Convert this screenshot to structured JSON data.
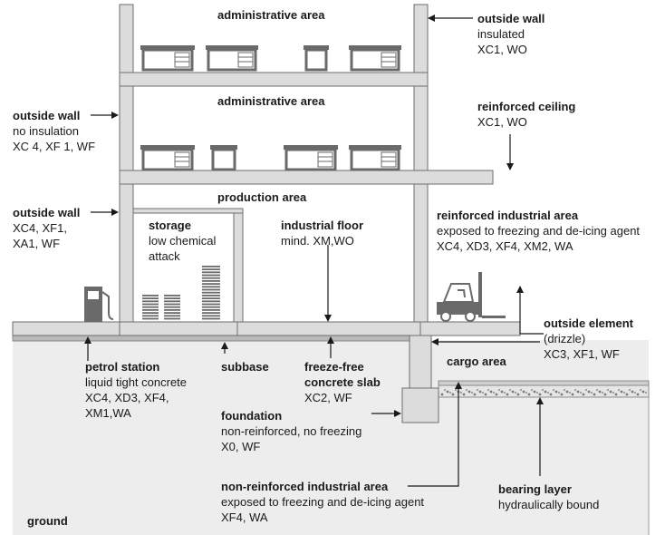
{
  "areas": {
    "admin_top": "administrative area",
    "admin_mid": "administrative area",
    "production": "production area",
    "cargo": "cargo area",
    "ground": "ground",
    "subbase": "subbase"
  },
  "labels": {
    "outside_wall_insulated": {
      "title": "outside wall",
      "lines": [
        "insulated",
        "XC1, WO"
      ]
    },
    "outside_wall_no_insulation": {
      "title": "outside wall",
      "lines": [
        "no insulation",
        "XC 4, XF 1, WF"
      ]
    },
    "reinforced_ceiling": {
      "title": "reinforced ceiling",
      "lines": [
        "XC1, WO"
      ]
    },
    "outside_wall_lower": {
      "title": "outside wall",
      "lines": [
        "XC4, XF1,",
        "XA1, WF"
      ]
    },
    "storage": {
      "title": "storage",
      "lines": [
        "low chemical",
        "attack"
      ]
    },
    "industrial_floor": {
      "title": "industrial floor",
      "lines": [
        "mind. XM,WO"
      ]
    },
    "reinforced_industrial_area": {
      "title": "reinforced industrial area",
      "lines": [
        "exposed to freezing and de-icing agent",
        "XC4, XD3, XF4, XM2, WA"
      ]
    },
    "outside_element": {
      "title": "outside element",
      "lines": [
        "(drizzle)",
        "XC3, XF1, WF"
      ]
    },
    "petrol_station": {
      "title": "petrol station",
      "lines": [
        "liquid tight concrete",
        "XC4, XD3, XF4,",
        "XM1,WA"
      ]
    },
    "freeze_free_slab": {
      "title": "freeze-free",
      "lines": [
        "concrete slab",
        "XC2, WF"
      ]
    },
    "foundation": {
      "title": "foundation",
      "lines": [
        "non-reinforced, no freezing",
        "X0, WF"
      ]
    },
    "non_reinforced_area": {
      "title": "non-reinforced industrial area",
      "lines": [
        "exposed to freezing and de-icing agent",
        "XF4, WA"
      ]
    },
    "bearing_layer": {
      "title": "bearing layer",
      "lines": [
        "hydraulically bound"
      ]
    }
  },
  "colors": {
    "structure_fill": "#dcdcdc",
    "structure_stroke": "#6e6e6e",
    "ground_fill": "#ededed",
    "furniture_dark": "#6a6a6a",
    "arrow": "#1a1a1a"
  }
}
